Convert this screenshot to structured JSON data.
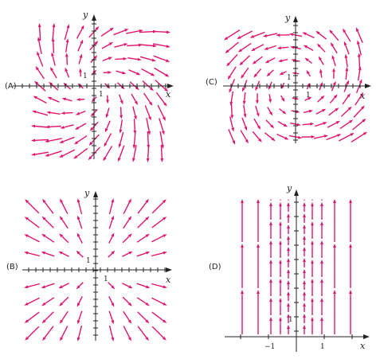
{
  "panels": [
    {
      "id": "A",
      "label": "(A)",
      "x_label": "x",
      "y_label": "y",
      "tick_x": "1",
      "tick_y": "1"
    },
    {
      "id": "C",
      "label": "(C)",
      "x_label": "x",
      "y_label": "y",
      "tick_x": "1",
      "tick_y": "1"
    },
    {
      "id": "B",
      "label": "(B)",
      "x_label": "x",
      "y_label": "y",
      "tick_x": "1",
      "tick_y": "1"
    },
    {
      "id": "D",
      "label": "(D)",
      "x_label": "x",
      "y_label": "y",
      "tick_x": "1",
      "tick_neg_x": "−1",
      "tick_y": "1"
    }
  ],
  "colors": {
    "arrow": "#e0156e",
    "axis": "#222222"
  }
}
